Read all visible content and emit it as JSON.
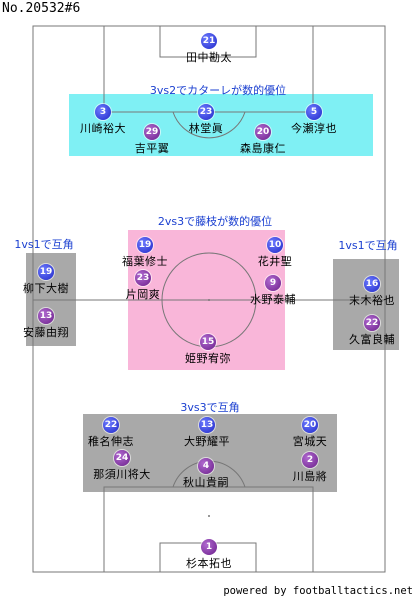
{
  "header": {
    "title": "No.20532#6"
  },
  "footer": {
    "credit": "powered by footballtactics.net"
  },
  "zones": {
    "top": {
      "label": "3vs2でカターレが数的優位"
    },
    "middle": {
      "label": "2vs3で藤枝が数的優位"
    },
    "left": {
      "label": "1vs1で互角"
    },
    "right": {
      "label": "1vs1で互角"
    },
    "bottom": {
      "label": "3vs3で互角"
    }
  },
  "colors": {
    "blue_team": "#2028c8",
    "purple_team": "#6b1f8a",
    "cyan_zone": "#7ff0f4",
    "pink_zone": "#f9b6d9",
    "gray_zone": "#a9a9a9"
  },
  "players": [
    {
      "number": "21",
      "name": "田中勘太",
      "team": "blue"
    },
    {
      "number": "3",
      "name": "川崎裕大",
      "team": "blue"
    },
    {
      "number": "23",
      "name": "林堂眞",
      "team": "blue"
    },
    {
      "number": "5",
      "name": "今瀬淳也",
      "team": "blue"
    },
    {
      "number": "29",
      "name": "吉平翼",
      "team": "purple"
    },
    {
      "number": "20",
      "name": "森島康仁",
      "team": "purple"
    },
    {
      "number": "19",
      "name": "福葉修士",
      "team": "blue"
    },
    {
      "number": "10",
      "name": "花井聖",
      "team": "blue"
    },
    {
      "number": "23",
      "name": "片岡爽",
      "team": "purple"
    },
    {
      "number": "9",
      "name": "水野泰輔",
      "team": "purple"
    },
    {
      "number": "15",
      "name": "姫野宥弥",
      "team": "purple"
    },
    {
      "number": "19",
      "name": "柳下大樹",
      "team": "blue"
    },
    {
      "number": "13",
      "name": "安藤由翔",
      "team": "purple"
    },
    {
      "number": "16",
      "name": "末木裕也",
      "team": "blue"
    },
    {
      "number": "22",
      "name": "久富良輔",
      "team": "purple"
    },
    {
      "number": "22",
      "name": "稚名伸志",
      "team": "blue"
    },
    {
      "number": "13",
      "name": "大野耀平",
      "team": "blue"
    },
    {
      "number": "20",
      "name": "宮城天",
      "team": "blue"
    },
    {
      "number": "24",
      "name": "那須川将大",
      "team": "purple"
    },
    {
      "number": "4",
      "name": "秋山貴嗣",
      "team": "purple"
    },
    {
      "number": "2",
      "name": "川島將",
      "team": "purple"
    },
    {
      "number": "1",
      "name": "杉本拓也",
      "team": "purple"
    }
  ]
}
